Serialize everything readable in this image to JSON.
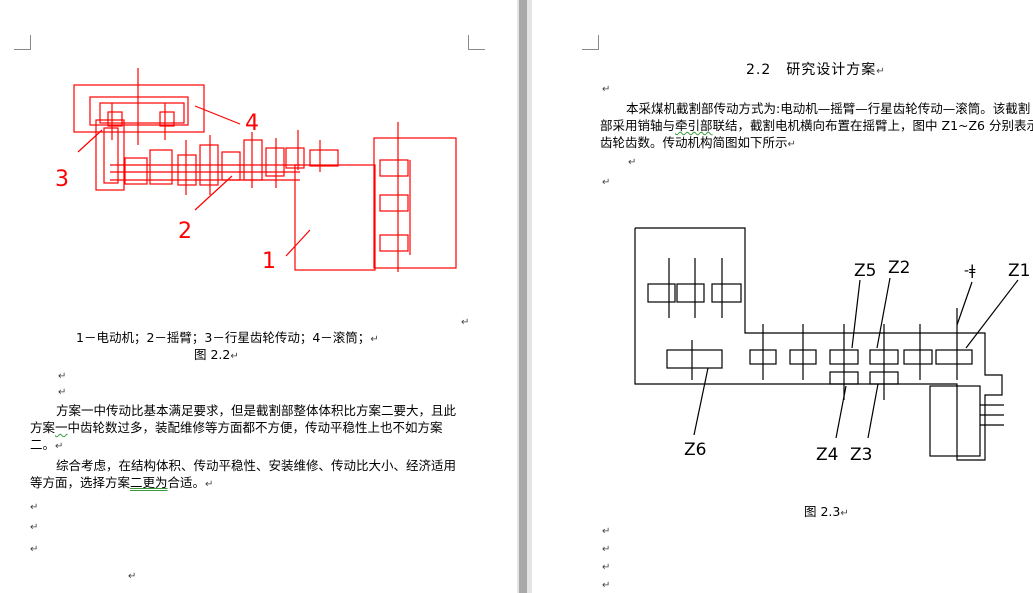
{
  "left_page": {
    "caption_legend": "1－电动机；2－摇臂；3－行星齿轮传动；4－滚筒；",
    "figure_caption": "图 2.2",
    "paragraph1": {
      "part1": "方案一中传动比基本满足要求，但是截割部整体体积比方案二要大，且此方案",
      "part2": "一",
      "part3": "中齿轮数过多，装配维修等方面都不方便，传动平稳性上也不如方案二。"
    },
    "paragraph2": {
      "part1": "综合考虑，在结构体积、传动平稳性、安装维修、传动比大小、经济适用等方面，选择方案",
      "part2": "二更为",
      "part3": "合适。"
    },
    "diagram_labels": {
      "l1": "1",
      "l2": "2",
      "l3": "3",
      "l4": "4"
    },
    "diagram_color": "#ff0000"
  },
  "right_page": {
    "section_heading": "2.2　研究设计方案",
    "paragraph": {
      "part1": "本采煤机截割部传动方式为:电动机—摇臂—行星齿轮传动—滚筒。该截割部采用销轴与",
      "part2": "牵引部",
      "part3": "联结，截割电机横向布置在摇臂上，图中 Z1~Z6 分别表示齿轮齿数。传动机构简图如下所示"
    },
    "figure_caption": "图 2.3",
    "diagram_labels": {
      "z1": "Z1",
      "z2": "Z2",
      "z3": "Z3",
      "z4": "Z4",
      "z5": "Z5",
      "z6": "Z6",
      "motor_mark": "-ǂ"
    }
  },
  "paragraph_mark": "↵",
  "colors": {
    "gutter": "#a9a9a9",
    "spellcheck_underline": "#3a9a3a"
  }
}
